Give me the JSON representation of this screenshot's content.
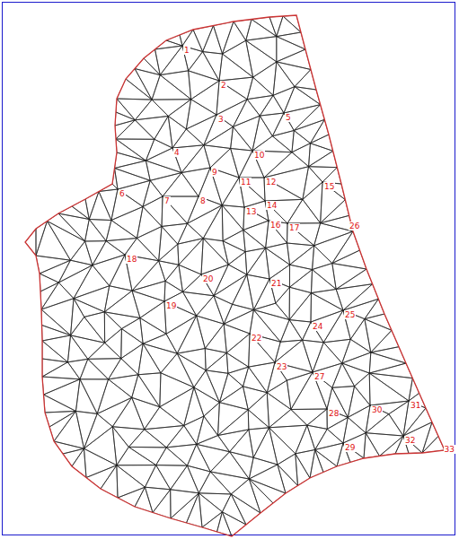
{
  "diagram": {
    "labels": [
      "1",
      "2",
      "3",
      "4",
      "5",
      "6",
      "7",
      "8",
      "9",
      "10",
      "11",
      "12",
      "13",
      "14",
      "15",
      "16",
      "17",
      "18",
      "19",
      "20",
      "21",
      "22",
      "23",
      "24",
      "25",
      "26",
      "27",
      "28",
      "29",
      "30",
      "31",
      "32",
      "33"
    ]
  }
}
